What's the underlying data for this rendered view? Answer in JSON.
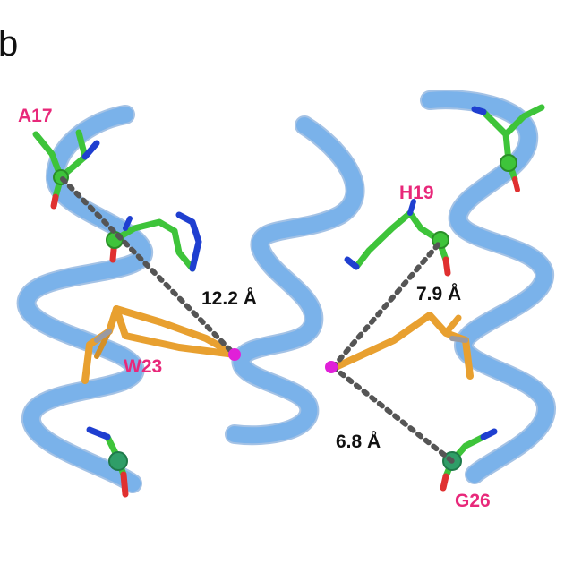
{
  "panel_label": "b",
  "residues": {
    "a17": "A17",
    "h19": "H19",
    "w23": "W23",
    "g26": "G26"
  },
  "distances": {
    "d1": "12.2 Å",
    "d2": "7.9 Å",
    "d3": "6.8 Å"
  },
  "colors": {
    "helix": "#78aee8",
    "helix_shadow": "#5a8fd0",
    "carbon_green": "#3ec43a",
    "carbon_orange": "#e8a030",
    "nitrogen": "#1f3fd0",
    "oxygen": "#e03030",
    "anchor_magenta": "#e020d8",
    "label_pink": "#e8287a",
    "dash_gray": "#555555",
    "text_black": "#111111"
  },
  "icons": [
    "helix-ribbon",
    "residue-sticks",
    "distance-dashes"
  ]
}
